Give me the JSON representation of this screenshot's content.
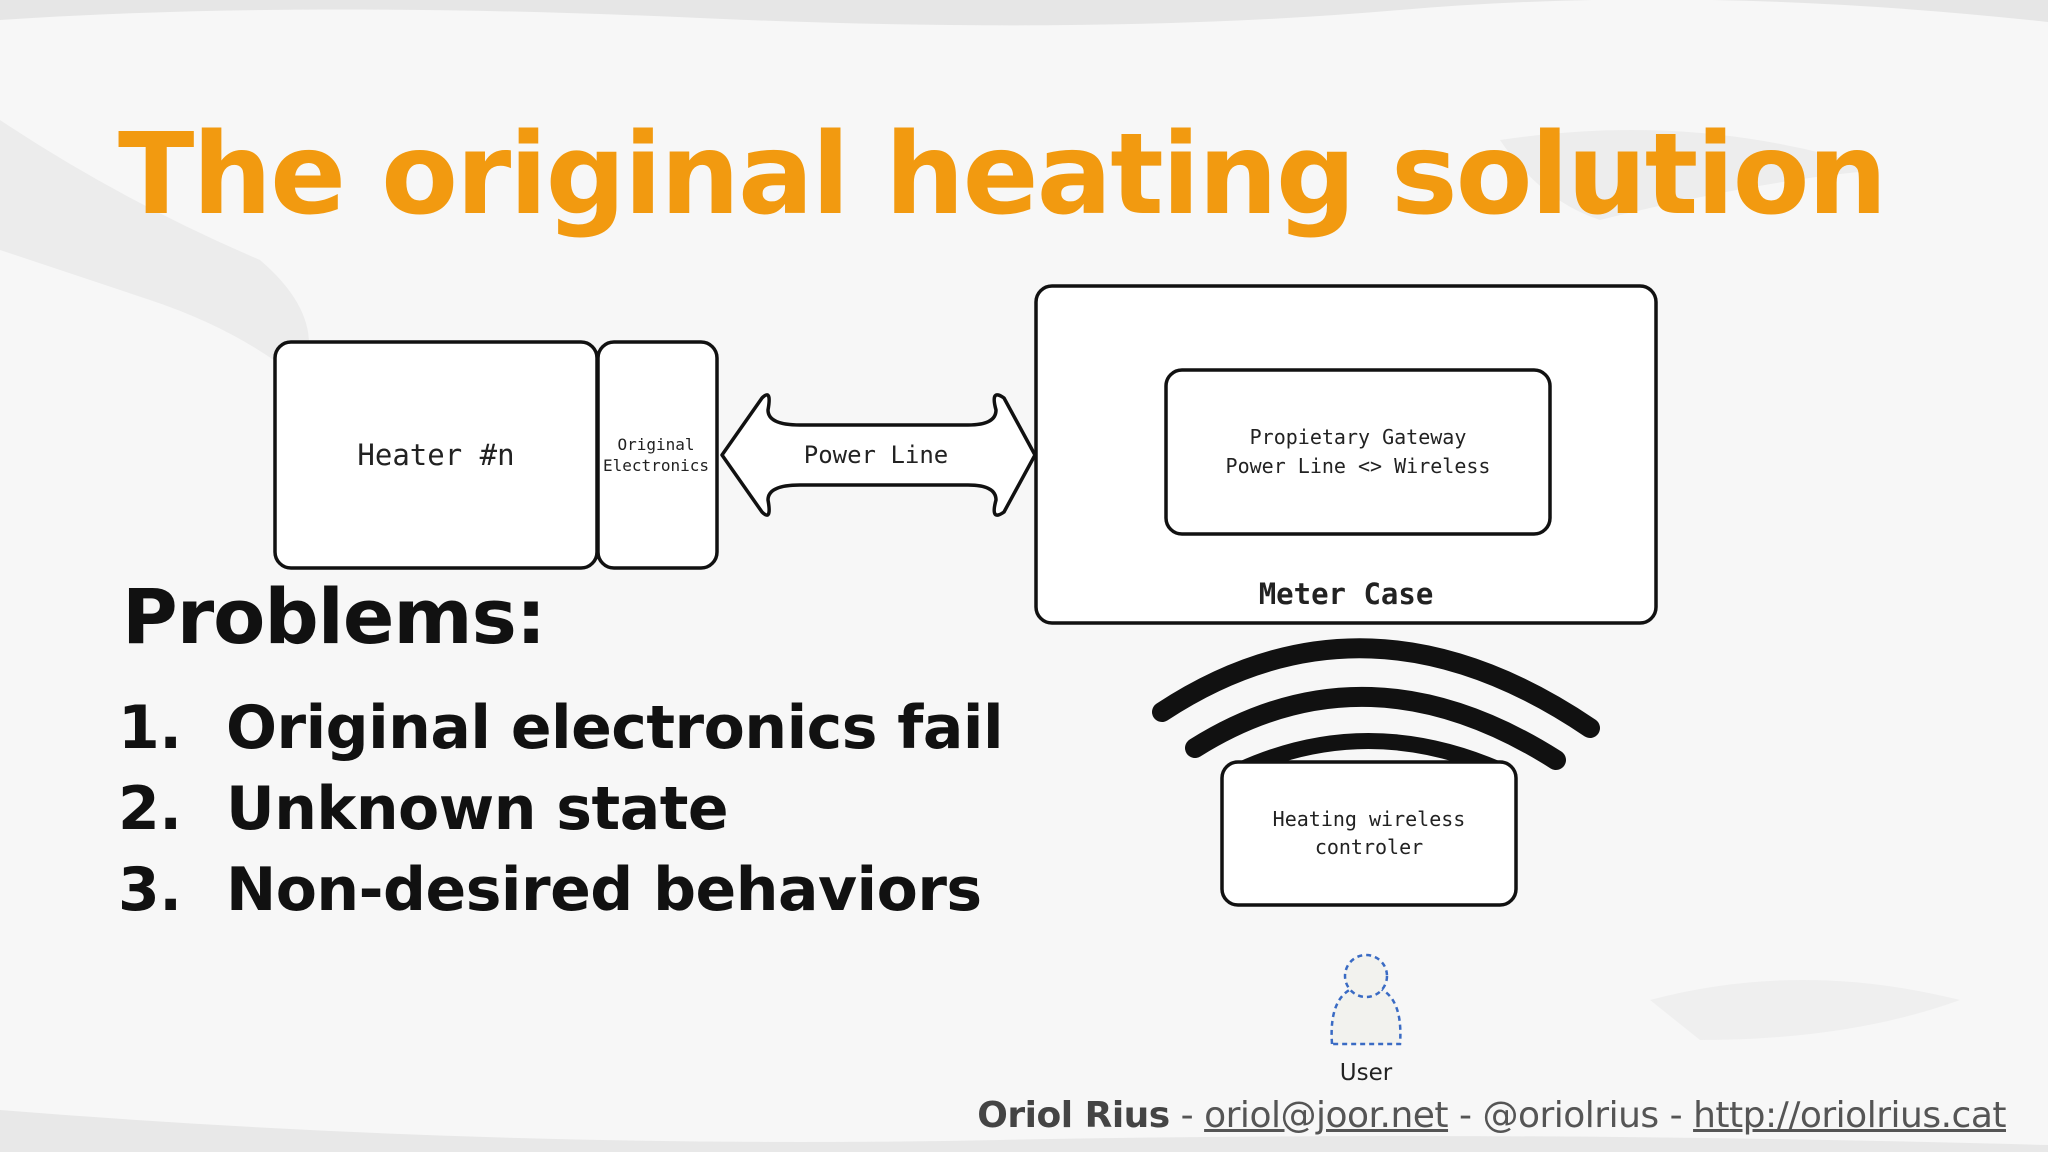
{
  "slide": {
    "title": "The original heating solution"
  },
  "diagram": {
    "heater_label": "Heater #n",
    "electronics_label_line1": "Original",
    "electronics_label_line2": "Electronics",
    "powerline_label": "Power Line",
    "gateway_line1": "Propietary Gateway",
    "gateway_line2": "Power Line <> Wireless",
    "meter_case_label": "Meter Case",
    "controller_line1": "Heating wireless",
    "controller_line2": "controler",
    "user_label": "User"
  },
  "problems": {
    "heading": "Problems:",
    "items": [
      {
        "number": "1.",
        "text": "Original electronics fail"
      },
      {
        "number": "2.",
        "text": "Unknown state"
      },
      {
        "number": "3.",
        "text": "Non-desired behaviors"
      }
    ]
  },
  "footer": {
    "name": "Oriol Rius",
    "sep1": " - ",
    "email": "oriol@joor.net",
    "sep2": " - ",
    "twitter": "@oriolrius",
    "sep3": " - ",
    "website": "http://oriolrius.cat"
  },
  "colors": {
    "title": "#f29a10",
    "background": "#f7f7f7",
    "text": "#111111"
  }
}
